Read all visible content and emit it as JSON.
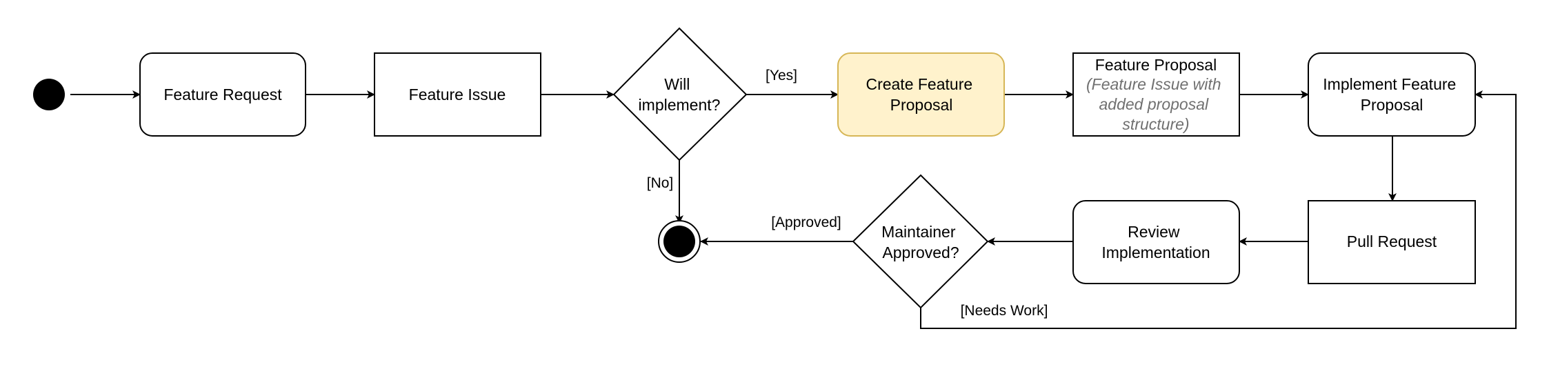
{
  "nodes": {
    "feature_request": "Feature Request",
    "feature_issue": "Feature Issue",
    "will_implement": [
      "Will",
      "implement?"
    ],
    "create_proposal": [
      "Create Feature",
      "Proposal"
    ],
    "feature_proposal_title": "Feature Proposal",
    "feature_proposal_note": [
      "(Feature Issue with",
      "added proposal",
      "structure)"
    ],
    "implement_proposal": [
      "Implement Feature",
      "Proposal"
    ],
    "pull_request": "Pull Request",
    "review_implementation": [
      "Review",
      "Implementation"
    ],
    "maintainer_approved": [
      "Maintainer",
      "Approved?"
    ]
  },
  "edges": {
    "yes": "[Yes]",
    "no": "[No]",
    "approved": "[Approved]",
    "needs_work": "[Needs Work]"
  },
  "colors": {
    "highlight_fill": "#fff2cc",
    "highlight_stroke": "#d6b656",
    "note_text": "#707070"
  }
}
